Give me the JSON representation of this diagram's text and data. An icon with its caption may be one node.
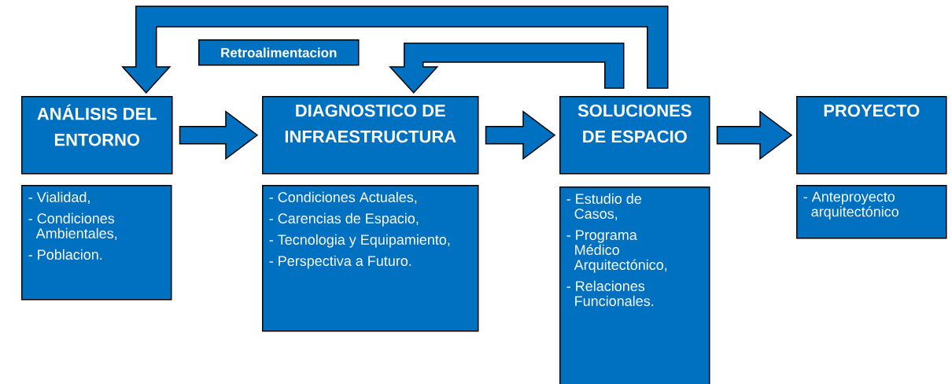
{
  "diagram": {
    "nodes": [
      {
        "text": [
          "Retroalimentacion"
        ]
      },
      {
        "text": [
          "ANÁLISIS DEL ENTORNO"
        ]
      },
      {
        "text": [
          "DIAGNOSTICO DE INFRAESTRUCTURA"
        ]
      },
      {
        "text": [
          "SOLUCIONES DE ESPACIO"
        ]
      },
      {
        "text": [
          "PROYECTO"
        ]
      },
      {
        "text": [
          "- Vialidad,",
          "- Condiciones Ambientales,",
          "- Poblacion."
        ]
      },
      {
        "text": [
          "- Condiciones Actuales,",
          "- Carencias de Espacio,",
          "- Tecnologia y Equipamiento,",
          "- Perspectiva a Futuro."
        ]
      },
      {
        "text": [
          "- Estudio de Casos,",
          "- Programa Médico Arquitectónico,",
          "- Relaciones Funcionales."
        ]
      },
      {
        "text": [
          "- Anteproyecto arquitectónico"
        ]
      }
    ],
    "edges": [
      {
        "from": 1,
        "to": 2,
        "arrow": "to"
      },
      {
        "from": 2,
        "to": 3,
        "arrow": "to"
      },
      {
        "from": 3,
        "to": 4,
        "arrow": "to"
      },
      {
        "from": 3,
        "to": 2,
        "arrow": "to"
      },
      {
        "from": 3,
        "to": 1,
        "arrow": "to"
      }
    ]
  }
}
